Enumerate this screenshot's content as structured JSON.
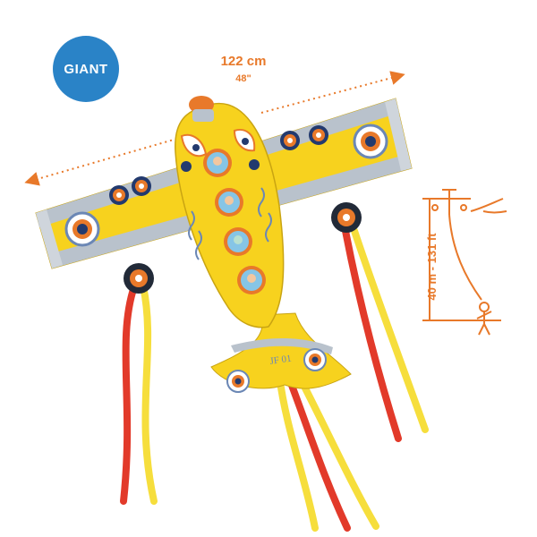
{
  "badge": {
    "label": "GIANT",
    "color": "#2a83c7"
  },
  "size": {
    "metric": "122 cm",
    "imperial": "48\""
  },
  "height": {
    "label": "40 m - 131 ft"
  },
  "plane": {
    "id_text": "JF 01"
  },
  "colors": {
    "accent_orange": "#e8792a",
    "kite_yellow": "#f7d21e",
    "ribbon_red": "#e23a2a",
    "ribbon_yellow": "#f6de3c",
    "silver": "#b9c2cc",
    "navy": "#233a6e"
  }
}
